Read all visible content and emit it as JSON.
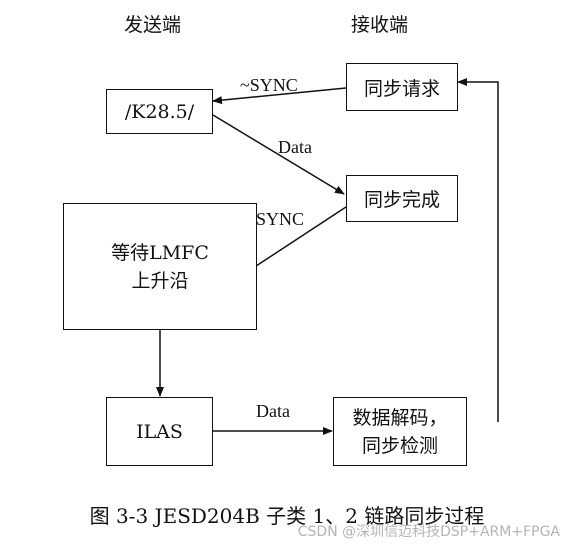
{
  "headers": {
    "sender": "发送端",
    "receiver": "接收端"
  },
  "nodes": {
    "k285": "/K28.5/",
    "sync_request": "同步请求",
    "sync_done": "同步完成",
    "wait_lmfc": {
      "line1": "等待LMFC",
      "line2": "上升沿"
    },
    "ilas": "ILAS",
    "decode": {
      "line1": "数据解码，",
      "line2": "同步检测"
    }
  },
  "edges": {
    "not_sync": "~SYNC",
    "data_1": "Data",
    "sync": "SYNC",
    "data_2": "Data"
  },
  "caption": "图 3-3 JESD204B 子类 1、2 链路同步过程",
  "watermark": "CSDN @深圳信迈科技DSP+ARM+FPGA",
  "colors": {
    "line": "#111111",
    "background": "#ffffff",
    "watermark": "#b4b4b4"
  }
}
